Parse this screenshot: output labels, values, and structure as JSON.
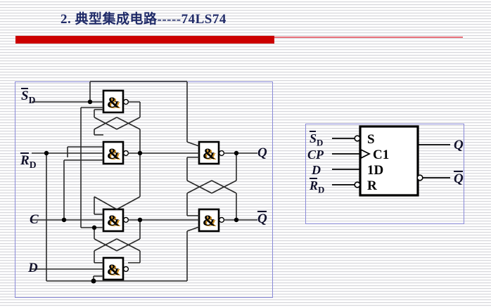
{
  "slide": {
    "title": "2. 典型集成电路-----74LS74",
    "title_color": "#1F2A68",
    "accent_bar_color": "#CC0000",
    "accent_line_color": "#E8707A",
    "panel_border_color": "#8A8AD8"
  },
  "circuit": {
    "name": "74LS74 edge-triggered D flip-flop gate-level circuit",
    "gate_symbol": "&",
    "gate_count": 6,
    "inputs": [
      {
        "id": "sd",
        "base": "S",
        "sub": "D",
        "overline": true
      },
      {
        "id": "rd",
        "base": "R",
        "sub": "D",
        "overline": true
      },
      {
        "id": "c",
        "base": "C",
        "sub": "",
        "overline": false
      },
      {
        "id": "d",
        "base": "D",
        "sub": "",
        "overline": false
      }
    ],
    "outputs": [
      {
        "id": "q",
        "base": "Q",
        "sub": "",
        "overline": false
      },
      {
        "id": "qn",
        "base": "Q",
        "sub": "",
        "overline": true
      }
    ]
  },
  "block": {
    "name": "74LS74 logic block symbol",
    "pins_left": [
      {
        "id": "sd",
        "base": "S",
        "sub": "D",
        "overline": true,
        "bubble": true,
        "clock": false,
        "inner": "S"
      },
      {
        "id": "cp",
        "base": "CP",
        "sub": "",
        "overline": false,
        "bubble": false,
        "clock": true,
        "inner": "C1"
      },
      {
        "id": "d",
        "base": "D",
        "sub": "",
        "overline": false,
        "bubble": false,
        "clock": false,
        "inner": "1D"
      },
      {
        "id": "rd",
        "base": "R",
        "sub": "D",
        "overline": true,
        "bubble": true,
        "clock": false,
        "inner": "R"
      }
    ],
    "pins_right": [
      {
        "id": "q",
        "base": "Q",
        "sub": "",
        "overline": false,
        "bubble": false
      },
      {
        "id": "qn",
        "base": "Q",
        "sub": "",
        "overline": true,
        "bubble": true
      }
    ]
  }
}
